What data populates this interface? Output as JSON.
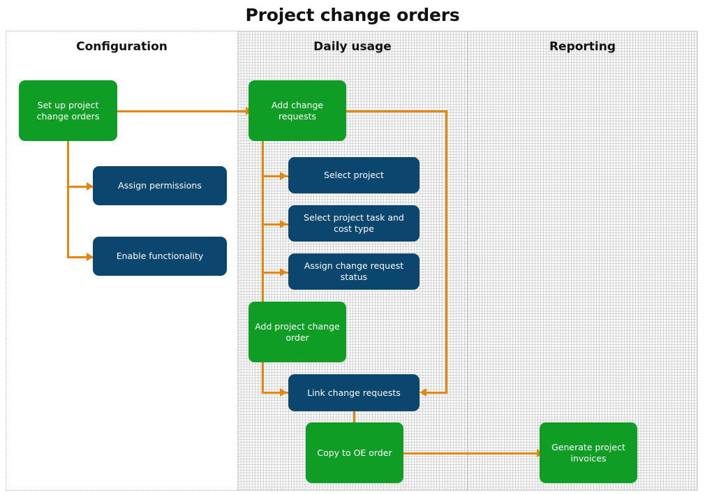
{
  "title": "Project change orders",
  "colors": {
    "green": "#0f9d26",
    "blue": "#0b466e",
    "connector": "#e3860c",
    "text_on_node": "#ffffff",
    "frame_border": "#b5b5b5"
  },
  "lanes": [
    {
      "id": "configuration",
      "title": "Configuration"
    },
    {
      "id": "daily-usage",
      "title": "Daily usage"
    },
    {
      "id": "reporting",
      "title": "Reporting"
    }
  ],
  "nodes": {
    "set_up_project_change_orders": "Set up project change orders",
    "assign_permissions": "Assign permissions",
    "enable_functionality": "Enable functionality",
    "add_change_requests": "Add change requests",
    "select_project": "Select project",
    "select_project_task_and_cost_type": "Select project task and cost type",
    "assign_change_request_status": "Assign change request status",
    "add_project_change_order": "Add project change order",
    "link_change_requests": "Link change requests",
    "copy_to_oe_order": "Copy to OE order",
    "generate_project_invoices": "Generate project invoices"
  },
  "flow": {
    "type": "diagram",
    "edges": [
      {
        "from": "set_up_project_change_orders",
        "to": "add_change_requests"
      },
      {
        "from": "set_up_project_change_orders",
        "to": "assign_permissions"
      },
      {
        "from": "set_up_project_change_orders",
        "to": "enable_functionality"
      },
      {
        "from": "add_change_requests",
        "to": "select_project"
      },
      {
        "from": "add_change_requests",
        "to": "select_project_task_and_cost_type"
      },
      {
        "from": "add_change_requests",
        "to": "assign_change_request_status"
      },
      {
        "from": "add_change_requests",
        "to": "link_change_requests"
      },
      {
        "from": "add_project_change_order",
        "to": "link_change_requests"
      },
      {
        "from": "link_change_requests",
        "to": "copy_to_oe_order"
      },
      {
        "from": "copy_to_oe_order",
        "to": "generate_project_invoices"
      }
    ]
  }
}
